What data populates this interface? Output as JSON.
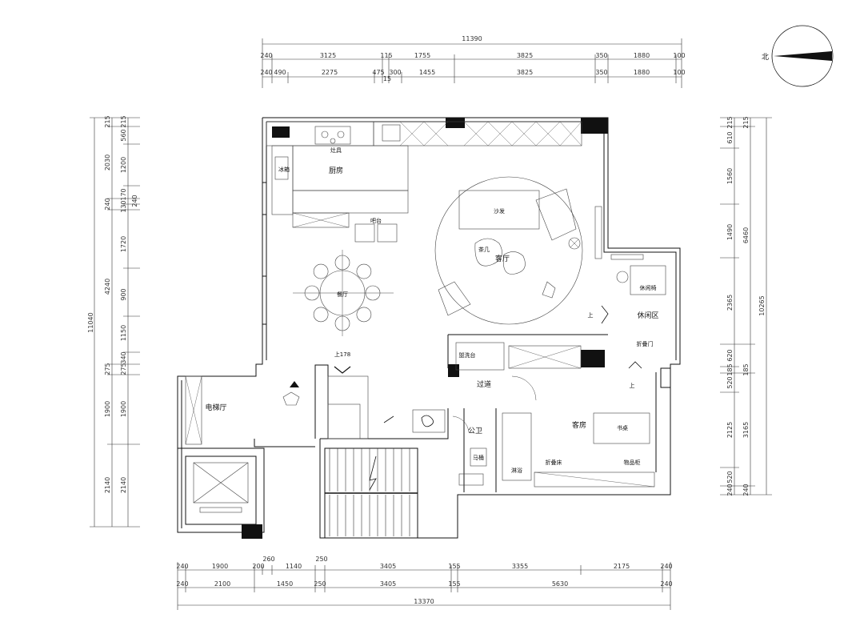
{
  "compass": {
    "label": "北"
  },
  "dims_top": {
    "total": "11390",
    "row1": [
      "240",
      "3125",
      "115",
      "1755",
      "3825",
      "350",
      "1880",
      "100"
    ],
    "row2": [
      "240",
      "490",
      "2275",
      "475",
      "300",
      "1455",
      "3825",
      "350",
      "1880",
      "100"
    ],
    "row2_extra": "15"
  },
  "dims_bottom": {
    "row1": [
      "240",
      "1900",
      "200",
      "260",
      "1140",
      "250",
      "3405",
      "155",
      "3355",
      "2175",
      "240"
    ],
    "row2": [
      "240",
      "2100",
      "1450",
      "250",
      "3405",
      "155",
      "5630",
      "240"
    ],
    "total": "13370"
  },
  "dims_left": {
    "total": "11040",
    "col1": [
      "215",
      "2030",
      "240",
      "4240",
      "275",
      "1900",
      "2140"
    ],
    "col2": [
      "215",
      "560",
      "1200",
      "170",
      "130",
      "1720",
      "900",
      "1150",
      "340",
      "275",
      "1900",
      "2140"
    ],
    "extra": [
      "240",
      "240"
    ]
  },
  "dims_right": {
    "total": "10265",
    "col1": [
      "215",
      "610",
      "1560",
      "1490",
      "2365",
      "620",
      "185",
      "520",
      "2125",
      "520",
      "240"
    ],
    "col2": [
      "215",
      "6460",
      "185",
      "3165",
      "240"
    ]
  },
  "rooms": {
    "kitchen": "厨房",
    "stove": "灶具",
    "fridge": "冰箱",
    "bar": "吧台",
    "dining": "餐厅",
    "sofa": "沙发",
    "coffee_table": "茶几",
    "living": "客厅",
    "leisure_chair": "休闲椅",
    "leisure_area": "休闲区",
    "folding_door": "折叠门",
    "up_right": "上",
    "up_right2": "上",
    "up_178": "上178",
    "elevator_hall": "电梯厅",
    "washbasin": "盥洗台",
    "corridor": "过道",
    "guest_room": "客房",
    "desk": "书桌",
    "public_wc": "公卫",
    "toilet": "马桶",
    "shower": "淋浴",
    "folding_bed": "折叠床",
    "storage_cabinet": "物品柜"
  }
}
